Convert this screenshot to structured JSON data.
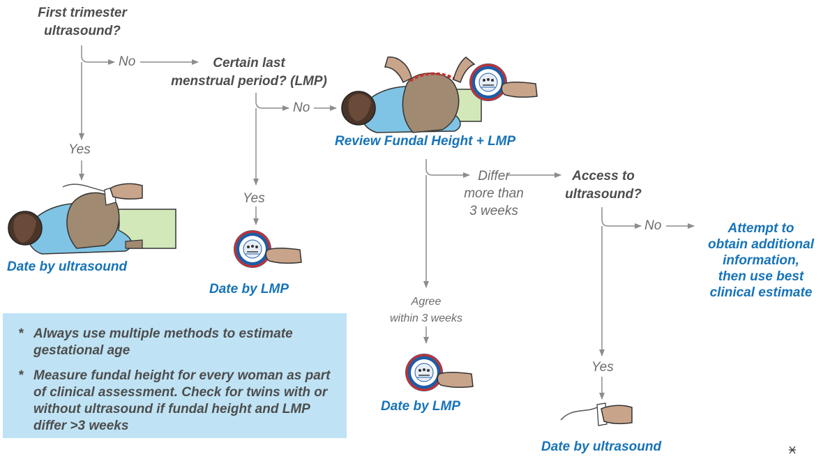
{
  "questions": {
    "first_trimester": "First trimester\nultrasound?",
    "certain_lmp": "Certain last\nmenstrual period? (LMP)",
    "access_ultrasound": "Access to\nultrasound?"
  },
  "labels": {
    "no_1": "No",
    "no_2": "No",
    "no_3": "No",
    "yes_1": "Yes",
    "yes_2": "Yes",
    "yes_3": "Yes",
    "differ": "Differ\nmore than\n3 weeks",
    "agree": "Agree\nwithin 3 weeks"
  },
  "results": {
    "date_by_ultrasound_1": "Date by ultrasound",
    "date_by_lmp_1": "Date by LMP",
    "review_fundal": "Review Fundal Height + LMP",
    "date_by_lmp_2": "Date by LMP",
    "attempt": "Attempt to\nobtain additional\ninformation,\nthen use best\nclinical estimate",
    "date_by_ultrasound_2": "Date by ultrasound"
  },
  "notes": [
    {
      "bullet": "*",
      "text": "Always use multiple methods to estimate gestational age"
    },
    {
      "bullet": "*",
      "text": "Measure fundal height for every woman as part of clinical assessment. Check for twins with or without ultrasound if fundal height and LMP differ >3 weeks"
    }
  ],
  "colors": {
    "question_text": "#4d4d4d",
    "label_text": "#6b6b6b",
    "result_text": "#1673b9",
    "note_background": "#bfe3f5",
    "connector": "#8c8c8c"
  },
  "icons": [
    "woman-ultrasound-illustration",
    "pregnancy-wheel-icon",
    "woman-fundal-height-illustration",
    "hand-ultrasound-probe-icon"
  ]
}
